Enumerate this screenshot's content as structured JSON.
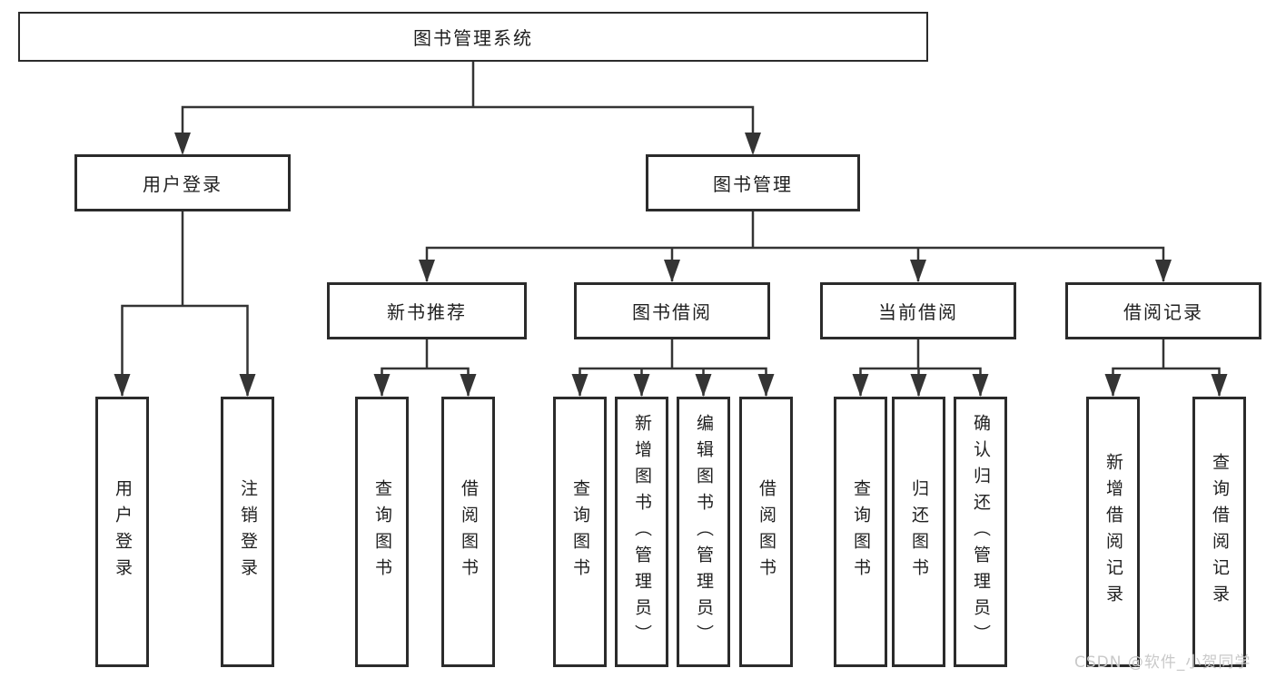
{
  "tree": {
    "label": "图书管理系统",
    "children": [
      {
        "label": "用户登录",
        "children": [
          {
            "label": "用户登录"
          },
          {
            "label": "注销登录"
          }
        ]
      },
      {
        "label": "图书管理",
        "children": [
          {
            "label": "新书推荐",
            "children": [
              {
                "label": "查询图书"
              },
              {
                "label": "借阅图书"
              }
            ]
          },
          {
            "label": "图书借阅",
            "children": [
              {
                "label": "查询图书"
              },
              {
                "label": "新增图书（管理员）"
              },
              {
                "label": "编辑图书（管理员）"
              },
              {
                "label": "借阅图书"
              }
            ]
          },
          {
            "label": "当前借阅",
            "children": [
              {
                "label": "查询图书"
              },
              {
                "label": "归还图书"
              },
              {
                "label": "确认归还（管理员）"
              }
            ]
          },
          {
            "label": "借阅记录",
            "children": [
              {
                "label": "新增借阅记录"
              },
              {
                "label": "查询借阅记录"
              }
            ]
          }
        ]
      }
    ]
  },
  "watermark": {
    "text": "CSDN @软件_小贺同学"
  },
  "colors": {
    "line": "#343434",
    "border": "#2b2b2b",
    "text": "#1f1f1f",
    "watermark": "#c9c9c9",
    "background": "#ffffff"
  }
}
